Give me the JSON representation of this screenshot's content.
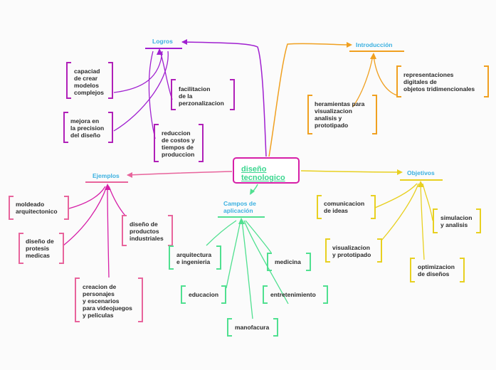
{
  "central": "diseño\ntecnologico",
  "branches": {
    "logros": {
      "label": "Logros",
      "color": "#a020d0",
      "children": [
        "capaciad\nde crear\nmodelos\ncomplejos",
        "facilitacion\nde la\nperzonalizacion",
        "mejora en\nla precision\ndel diseño",
        "reduccion\nde costos y\ntiempos de\nproduccion"
      ]
    },
    "introduccion": {
      "label": "Introducción",
      "color": "#f0a020",
      "children": [
        "representaciones\ndigitales de\nobjetos tridimencionales",
        "heramientas para\nvisualizacion\nanalisis y\nprototipado"
      ]
    },
    "ejemplos": {
      "label": "Ejemplos",
      "color": "#e8649c",
      "children": [
        "moldeado\narquitectonico",
        "diseño de\nprotesis\nmedicas",
        "diseño de\nproductos\nindustriales",
        "creacion de\npersonajes\ny escenarios\npara videojuegos\ny peliculas"
      ]
    },
    "objetivos": {
      "label": "Objetivos",
      "color": "#e8d020",
      "children": [
        "comunicacion\nde ideas",
        "simulacion\ny analisis",
        "visualizacion\ny prototipado",
        "optimizacion\nde diseños"
      ]
    },
    "campos": {
      "label": "Campos de\naplicación",
      "color": "#50e090",
      "children": [
        "arquitectura\ne ingenieria",
        "medicina",
        "educacion",
        "entretenimiento",
        "manofacura"
      ]
    }
  }
}
